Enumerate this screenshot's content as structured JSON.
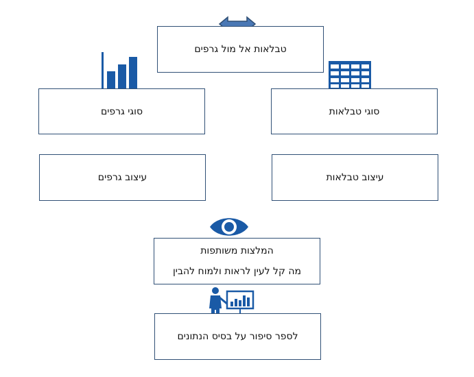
{
  "colors": {
    "accent": "#1a5aa6",
    "border": "#2f4f75",
    "arrow": "#4a78b5"
  },
  "boxes": {
    "tables_vs_charts": "טבלאות אל מול גרפים",
    "chart_types": "סוגי גרפים",
    "table_types": "סוגי טבלאות",
    "chart_design": "עיצוב גרפים",
    "table_design": "עיצוב טבלאות",
    "recommendations_title": "המלצות משותפות",
    "recommendations_text": "מה קל לעין לראות ולמוח להבין",
    "storytelling": "לספר סיפור על בסיס הנתונים"
  },
  "icons": [
    "double-arrow-icon",
    "bar-chart-icon",
    "table-grid-icon",
    "eye-icon",
    "presenter-icon"
  ]
}
